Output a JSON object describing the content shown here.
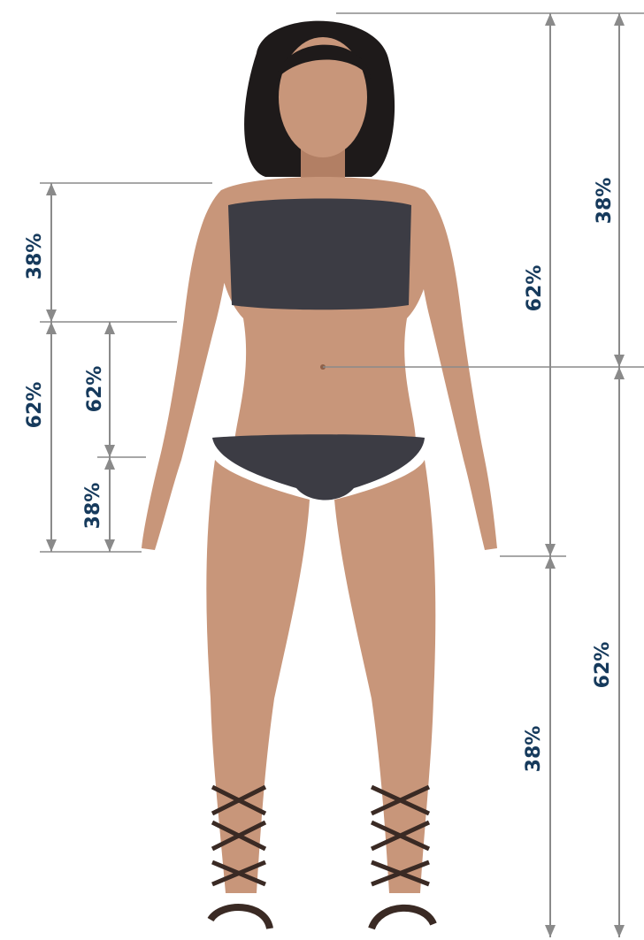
{
  "diagram": {
    "labels": {
      "left_upper": "38%",
      "left_lower": "62%",
      "inner_upper": "62%",
      "inner_lower": "38%",
      "right_outer_upper": "38%",
      "right_inner_upper": "62%",
      "right_outer_lower": "62%",
      "right_inner_lower": "38%"
    },
    "colors": {
      "dimension_line": "#8a8a8a",
      "label_text": "#163a5c",
      "skin": "#c8967a",
      "garment": "#3c3c44",
      "hair": "#1e1a1a"
    }
  }
}
